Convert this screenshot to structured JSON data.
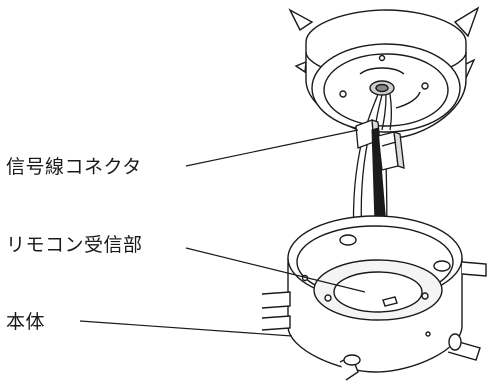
{
  "labels": {
    "signal_connector": "信号線コネクタ",
    "remote_receiver": "リモコン受信部",
    "main_body": "本体"
  }
}
